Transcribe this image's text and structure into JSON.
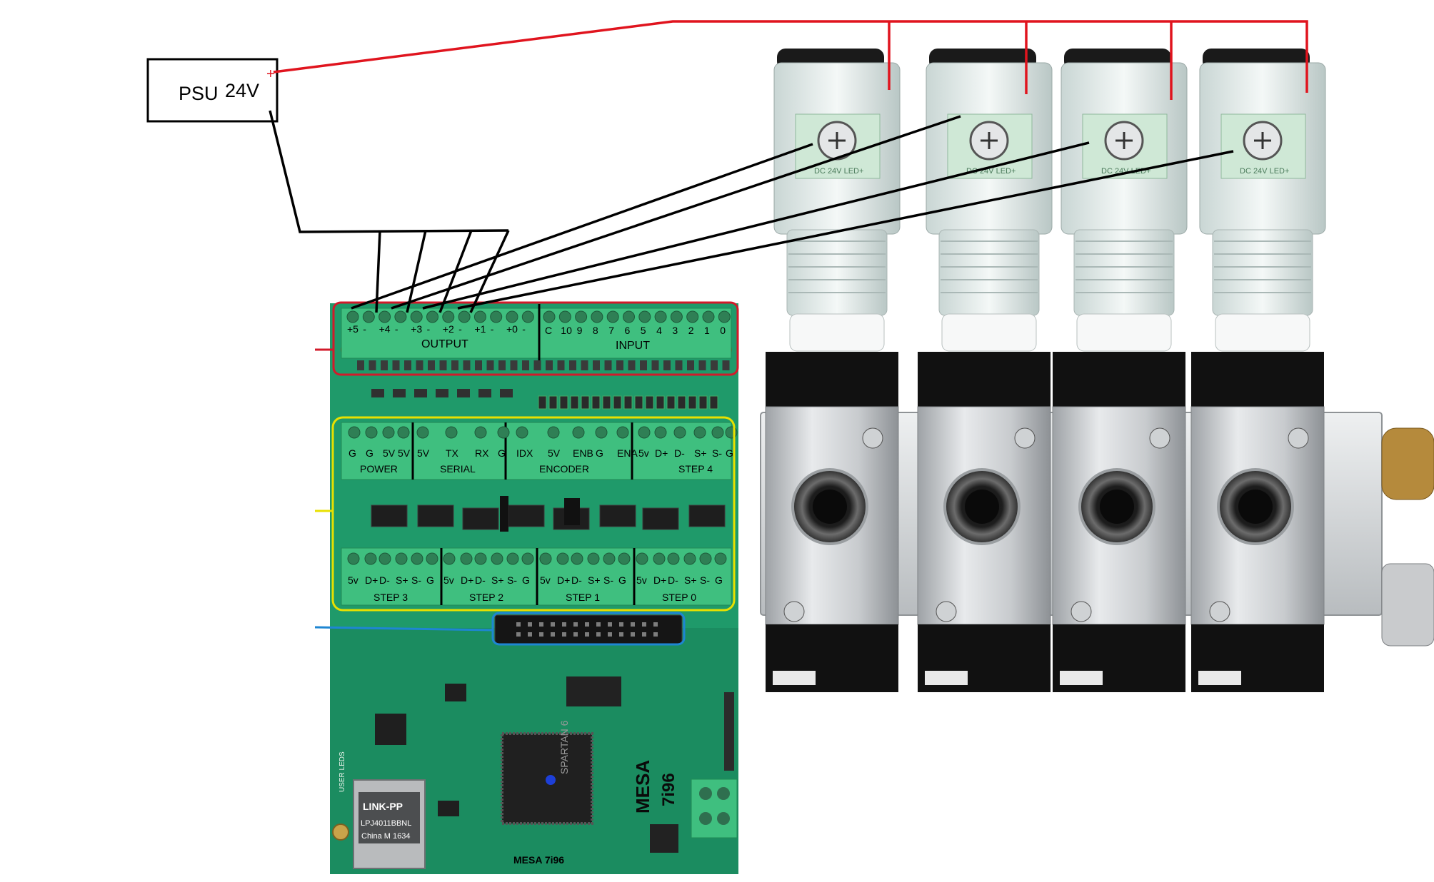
{
  "psu": {
    "name": "PSU",
    "voltage": "24V",
    "plus_sign": "+"
  },
  "board": {
    "caption": "MESA 7i96",
    "chip_brand": "SPARTAN 6",
    "model_vertical": "7i96",
    "brand_vertical": "MESA",
    "ethernet_brand": "LINK-PP",
    "ethernet_part": "LPJ4011BBNL",
    "ethernet_origin": "China M 1634",
    "user_leds": "USER LEDS",
    "output_header": {
      "section_output": "OUTPUT",
      "section_input": "INPUT",
      "output_pins": [
        "+5",
        "-",
        "+4",
        "-",
        "+3",
        "-",
        "+2",
        "-",
        "+1",
        "-",
        "+0",
        "-"
      ],
      "input_pins": [
        "C",
        "10",
        "9",
        "8",
        "7",
        "6",
        "5",
        "4",
        "3",
        "2",
        "1",
        "0"
      ]
    },
    "middle_header": {
      "groups": [
        {
          "name": "POWER",
          "pins": [
            "G",
            "G",
            "5V",
            "5V"
          ]
        },
        {
          "name": "SERIAL",
          "pins": [
            "5V",
            "TX",
            "RX",
            "G"
          ]
        },
        {
          "name": "ENCODER",
          "pins": [
            "IDX",
            "5V",
            "ENB",
            "G",
            "ENA"
          ]
        },
        {
          "name": "STEP 4",
          "pins": [
            "5v",
            "D+",
            "D-",
            "S+",
            "S-",
            "G"
          ]
        }
      ]
    },
    "step_header": {
      "groups": [
        {
          "name": "STEP 3",
          "pins": [
            "5v",
            "D+",
            "D-",
            "S+",
            "S-",
            "G"
          ]
        },
        {
          "name": "STEP 2",
          "pins": [
            "5v",
            "D+",
            "D-",
            "S+",
            "S-",
            "G"
          ]
        },
        {
          "name": "STEP 1",
          "pins": [
            "5v",
            "D+",
            "D-",
            "S+",
            "S-",
            "G"
          ]
        },
        {
          "name": "STEP 0",
          "pins": [
            "5v",
            "D+",
            "D-",
            "S+",
            "S-",
            "G"
          ]
        }
      ]
    }
  },
  "valves": {
    "count": 4,
    "coil_label": "DC 24V LED+"
  },
  "colors": {
    "wire_positive": "#e0141e",
    "wire_negative": "#000000",
    "highlight_output": "#d21a2a",
    "highlight_step": "#e8e000",
    "highlight_connector": "#1e86d2",
    "pcb": "#1f9a6a",
    "terminal": "#3fbf7f"
  }
}
